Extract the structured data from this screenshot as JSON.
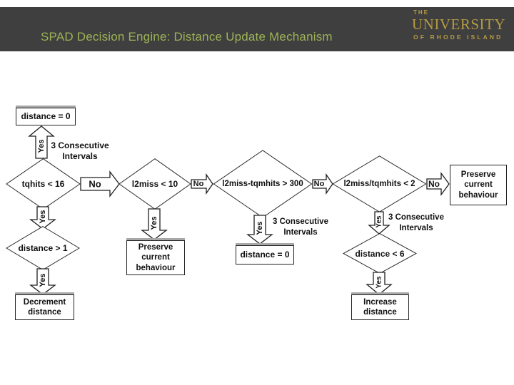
{
  "header": {
    "title": "SPAD Decision Engine: Distance Update Mechanism",
    "logo": {
      "the": "THE",
      "university": "UNIVERSITY",
      "of_rhode_island": "OF RHODE ISLAND"
    }
  },
  "colors": {
    "header_bg": "#3f3f3f",
    "title_text": "#9cb356",
    "logo_gold": "#b49a42",
    "shape_outline": "#222222",
    "shape_fill": "#ffffff",
    "box_shadow": "#a8a8a8"
  },
  "flowchart": {
    "diamonds": {
      "tqhits": {
        "label": "tqhits < 16"
      },
      "l2miss": {
        "label": "l2miss < 10"
      },
      "l2miss_minus_tqmhits": {
        "label": "l2miss-tqmhits > 300"
      },
      "l2miss_over_tqmhits": {
        "label": "l2miss/tqmhits < 2"
      },
      "distance_gt_1": {
        "label": "distance > 1"
      },
      "distance_lt_6": {
        "label": "distance < 6"
      }
    },
    "boxes": {
      "distance0_top": {
        "label": "distance = 0"
      },
      "decrement": {
        "label": "Decrement distance"
      },
      "preserve_mid": {
        "label": "Preserve current behaviour"
      },
      "distance0_mid": {
        "label": "distance = 0"
      },
      "increase": {
        "label": "Increase distance"
      },
      "preserve_right": {
        "label": "Preserve current behaviour"
      }
    },
    "labels": {
      "yes": "Yes",
      "no": "No",
      "three_consecutive": "3 Consecutive Intervals"
    }
  }
}
